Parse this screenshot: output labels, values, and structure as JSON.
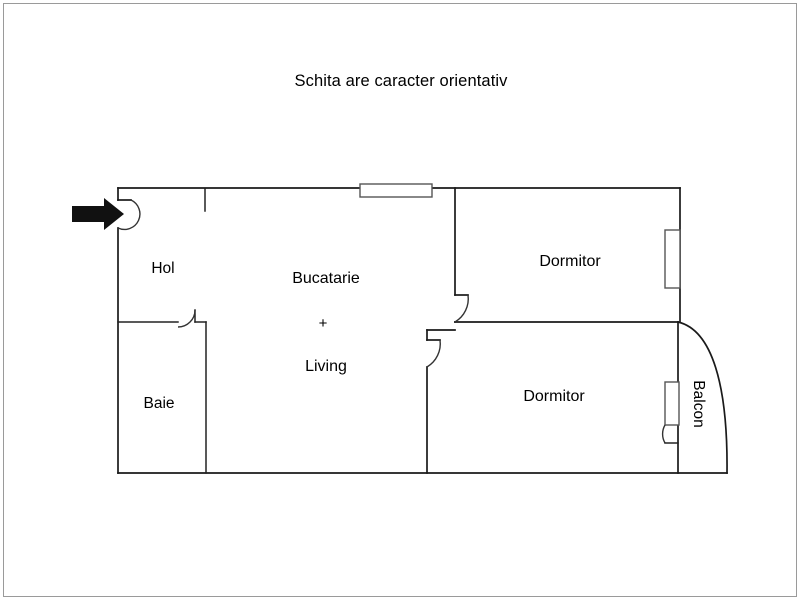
{
  "page": {
    "title": "Schita are caracter orientativ",
    "background_color": "#ffffff",
    "frame_color": "#9a9a9a",
    "wall_color": "#1a1a1a",
    "arrow_color": "#111111"
  },
  "rooms": [
    {
      "id": "hol",
      "label": "Hol"
    },
    {
      "id": "baie",
      "label": "Baie"
    },
    {
      "id": "bucatarie",
      "label": "Bucatarie"
    },
    {
      "id": "plus",
      "label": "+"
    },
    {
      "id": "living",
      "label": "Living"
    },
    {
      "id": "dormitor_top",
      "label": "Dormitor"
    },
    {
      "id": "dormitor_bottom",
      "label": "Dormitor"
    },
    {
      "id": "balcon",
      "label": "Balcon"
    }
  ],
  "features": {
    "entrance_arrow": "entrance-arrow",
    "entrance_door": "entrance-door",
    "top_window": "top-window",
    "right_window": "right-window",
    "balcony_window": "balcony-window",
    "baie_door": "baie-door",
    "dormitor_top_door": "dormitor-top-door",
    "dormitor_bottom_door": "dormitor-bottom-door",
    "balcony_rail": "balcony-rail"
  }
}
